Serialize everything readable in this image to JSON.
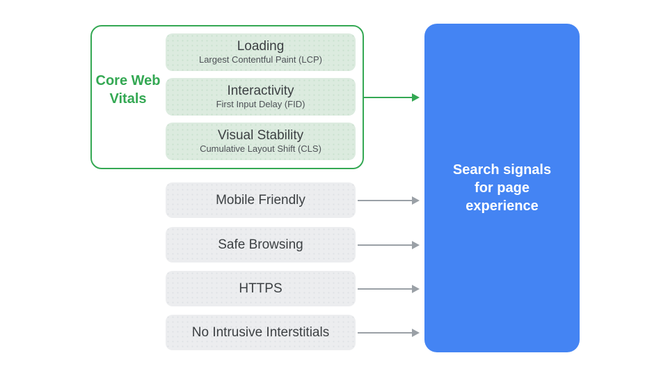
{
  "colors": {
    "green_accent": "#34A853",
    "mint_fill": "#DCEBDF",
    "mint_dot": "#C7E0CD",
    "gray_fill": "#ECEDEF",
    "gray_dot": "#DEE1E4",
    "dark_text": "#3C4043",
    "subtitle_text": "#4D5156",
    "arrow_gray": "#9AA0A6",
    "result_blue": "#4484F3",
    "result_text": "#FFFFFF"
  },
  "diagram": {
    "core_web_vitals": {
      "label": "Core Web Vitals",
      "items": [
        {
          "title": "Loading",
          "subtitle": "Largest Contentful Paint (LCP)"
        },
        {
          "title": "Interactivity",
          "subtitle": "First Input Delay (FID)"
        },
        {
          "title": "Visual Stability",
          "subtitle": "Cumulative Layout Shift (CLS)"
        }
      ]
    },
    "other_signals": [
      {
        "label": "Mobile Friendly"
      },
      {
        "label": "Safe Browsing"
      },
      {
        "label": "HTTPS"
      },
      {
        "label": "No Intrusive Interstitials"
      }
    ],
    "result": {
      "label": "Search signals for page experience"
    }
  }
}
